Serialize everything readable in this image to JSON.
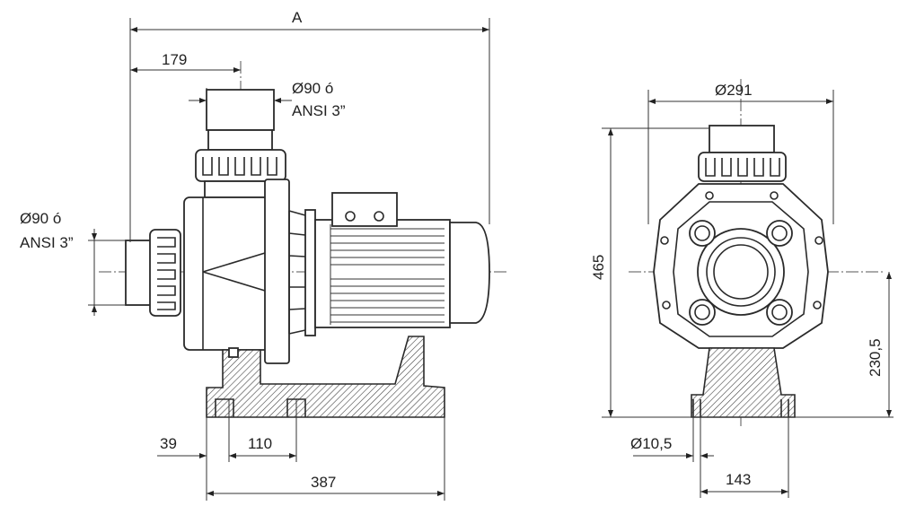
{
  "side_view": {
    "dim_overall": "A",
    "dim_outlet_offset": "179",
    "outlet_label_line1": "Ø90 ó",
    "outlet_label_line2": "ANSI 3”",
    "inlet_label_line1": "Ø90 ó",
    "inlet_label_line2": "ANSI 3”",
    "dim_foot_offset": "39",
    "dim_foot_holes": "110",
    "dim_base_length": "387"
  },
  "front_view": {
    "dim_width": "Ø291",
    "dim_height": "465",
    "dim_axis_height": "230,5",
    "dim_hole": "Ø10,5",
    "dim_foot_width": "143"
  }
}
